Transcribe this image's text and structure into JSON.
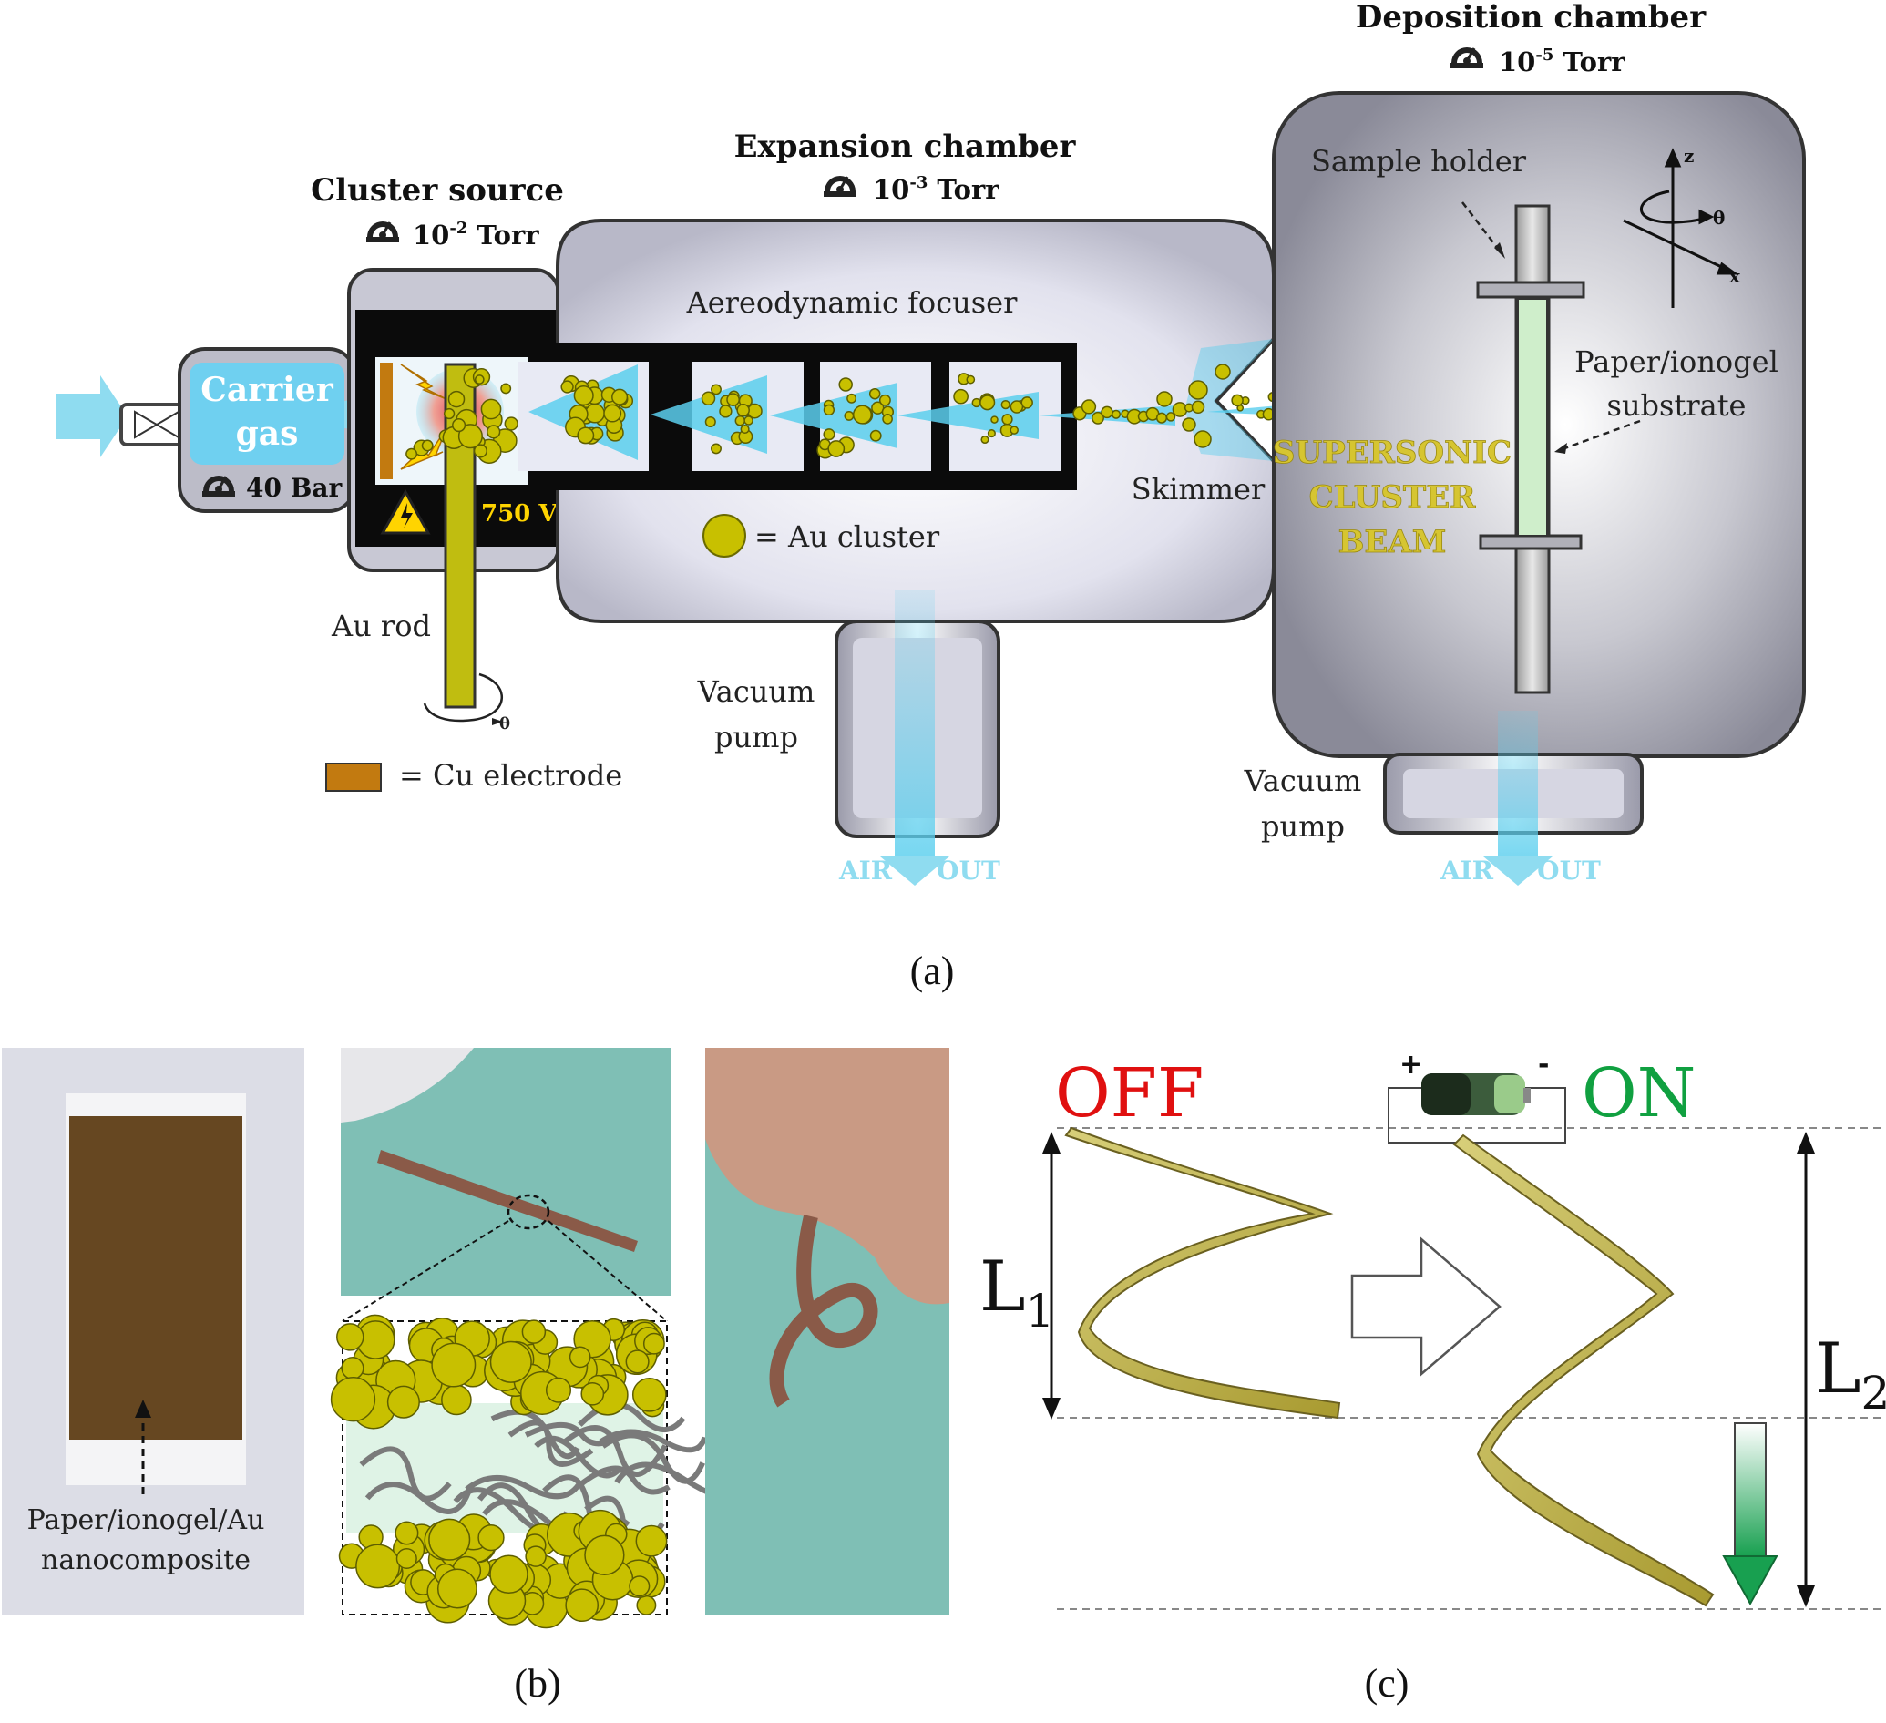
{
  "panel_a": {
    "caption": "(a)",
    "cluster_source": {
      "title": "Cluster source",
      "pressure_base": "10",
      "pressure_exp": "-2",
      "pressure_unit": "Torr"
    },
    "expansion_chamber": {
      "title": "Expansion chamber",
      "pressure_base": "10",
      "pressure_exp": "-3",
      "pressure_unit": "Torr"
    },
    "deposition_chamber": {
      "title": "Deposition chamber",
      "pressure_base": "10",
      "pressure_exp": "-5",
      "pressure_unit": "Torr"
    },
    "carrier_gas": {
      "line1": "Carrier",
      "line2": "gas",
      "pressure": "40 Bar"
    },
    "voltage": "750 V",
    "au_rod": "Au rod",
    "theta": "θ",
    "cu_electrode_legend": "= Cu electrode",
    "au_cluster_legend": "= Au cluster",
    "focuser": "Aereodynamic focuser",
    "skimmer": "Skimmer",
    "beam": {
      "line1": "SUPERSONIC",
      "line2": "CLUSTER",
      "line3": "BEAM"
    },
    "sample_holder": "Sample holder",
    "substrate": {
      "line1": "Paper/ionogel",
      "line2": "substrate"
    },
    "axes": {
      "z": "z",
      "x": "x",
      "theta": "θ"
    },
    "vacuum_pump": {
      "line1": "Vacuum",
      "line2": "pump"
    },
    "air_out": {
      "air": "AIR",
      "out": "OUT"
    }
  },
  "panel_b": {
    "caption": "(b)",
    "label_line1": "Paper/ionogel/Au",
    "label_line2": "nanocomposite"
  },
  "panel_c": {
    "caption": "(c)",
    "off": "OFF",
    "on": "ON",
    "plus": "+",
    "minus": "-",
    "l1": "L",
    "l1_sub": "1",
    "l2": "L",
    "l2_sub": "2"
  },
  "colors": {
    "au": "#c8c000",
    "cyan": "#5ccfee",
    "off": "#e01010",
    "on": "#10a040",
    "beam_text": "#d6c531",
    "photo_bg": "#7fbfb5"
  }
}
